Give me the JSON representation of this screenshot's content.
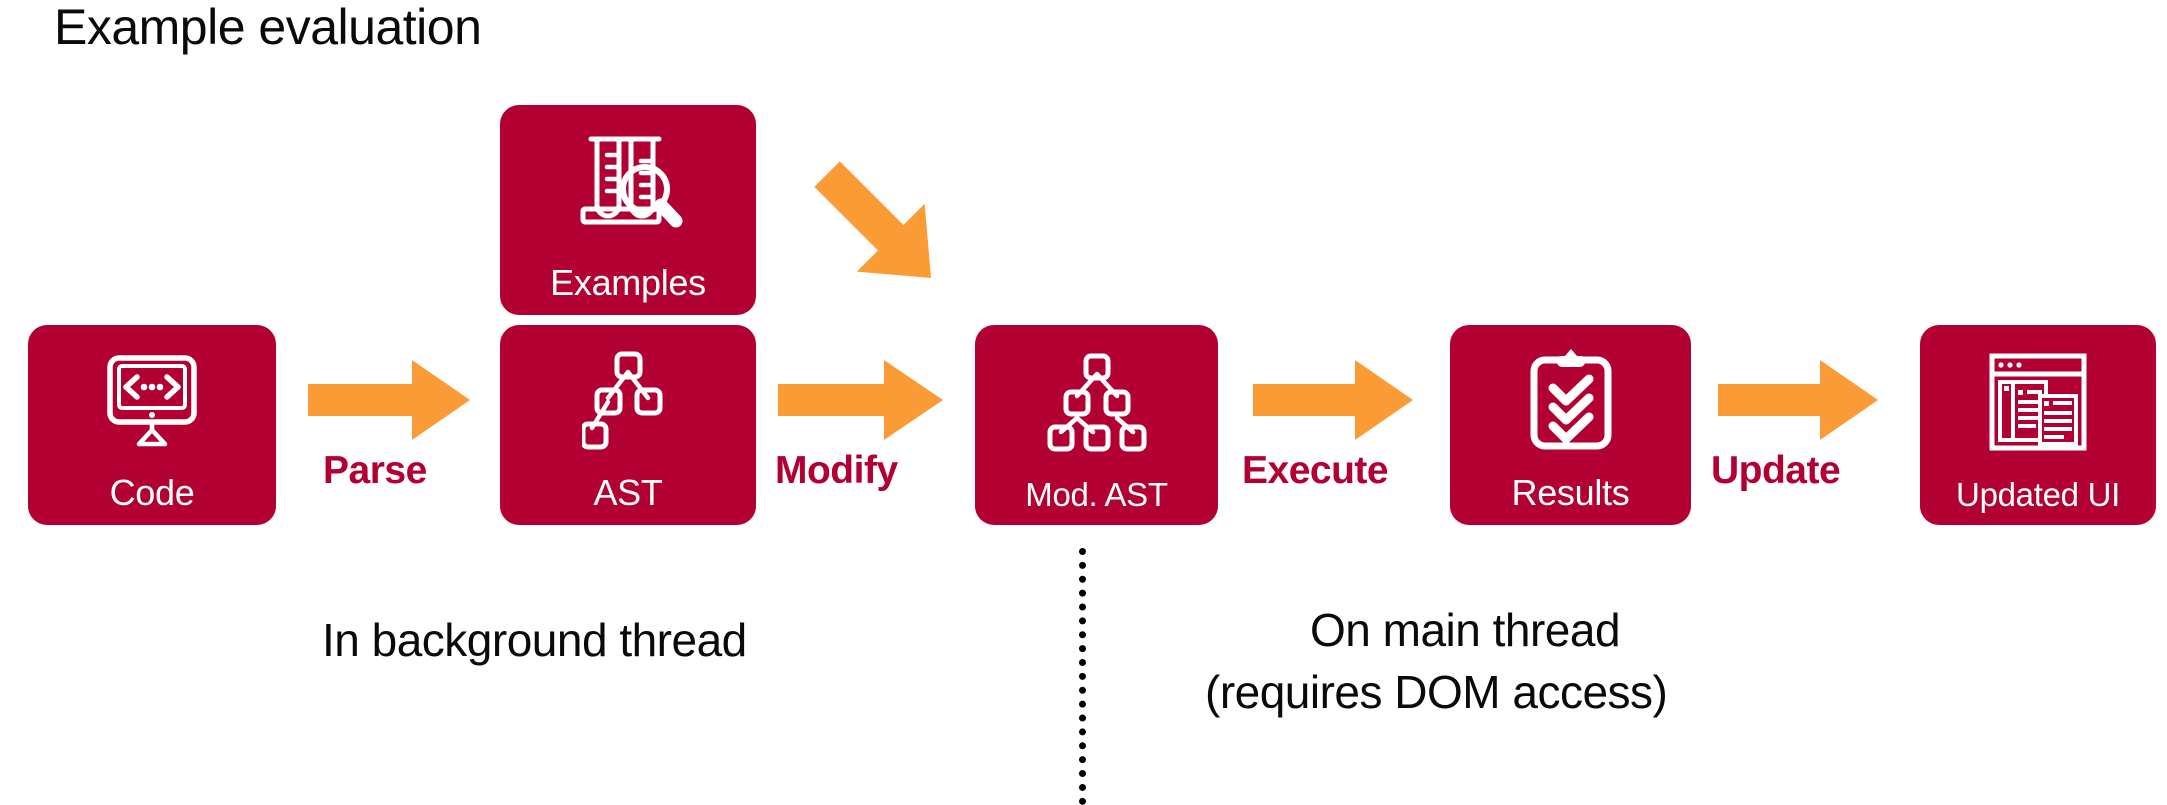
{
  "page": {
    "title": "Example evaluation",
    "background": "#ffffff"
  },
  "colors": {
    "box_crimson": "#b30033",
    "arrow_orange": "#fb9b35",
    "label_crimson": "#b30033",
    "text_black": "#0a0a0a",
    "icon_white": "#ffffff"
  },
  "pipeline": {
    "stages": [
      {
        "id": "code",
        "label": "Code",
        "icon": "monitor-code-icon"
      },
      {
        "id": "examples",
        "label": "Examples",
        "icon": "test-tubes-magnifier-icon"
      },
      {
        "id": "ast",
        "label": "AST",
        "icon": "tree-nodes-icon"
      },
      {
        "id": "mod-ast",
        "label": "Mod. AST",
        "icon": "tree-nodes-full-icon"
      },
      {
        "id": "results",
        "label": "Results",
        "icon": "clipboard-checks-icon"
      },
      {
        "id": "updated-ui",
        "label": "Updated UI",
        "icon": "browser-window-icon"
      }
    ],
    "transitions": [
      {
        "id": "parse",
        "label": "Parse",
        "from": "code",
        "to": "ast"
      },
      {
        "id": "modify",
        "label": "Modify",
        "from": "ast",
        "to": "mod-ast"
      },
      {
        "id": "execute",
        "label": "Execute",
        "from": "mod-ast",
        "to": "results"
      },
      {
        "id": "update",
        "label": "Update",
        "from": "results",
        "to": "updated-ui"
      }
    ],
    "feed_arrow": {
      "id": "examples-feed",
      "label": "",
      "from": "examples",
      "to": "mod-ast",
      "direction": "diagonal-down-right"
    }
  },
  "annotations": {
    "divider": {
      "style": "dotted-vertical"
    },
    "left_caption": "In background thread",
    "right_caption_line1": "On main thread",
    "right_caption_line2": "(requires DOM access)"
  }
}
